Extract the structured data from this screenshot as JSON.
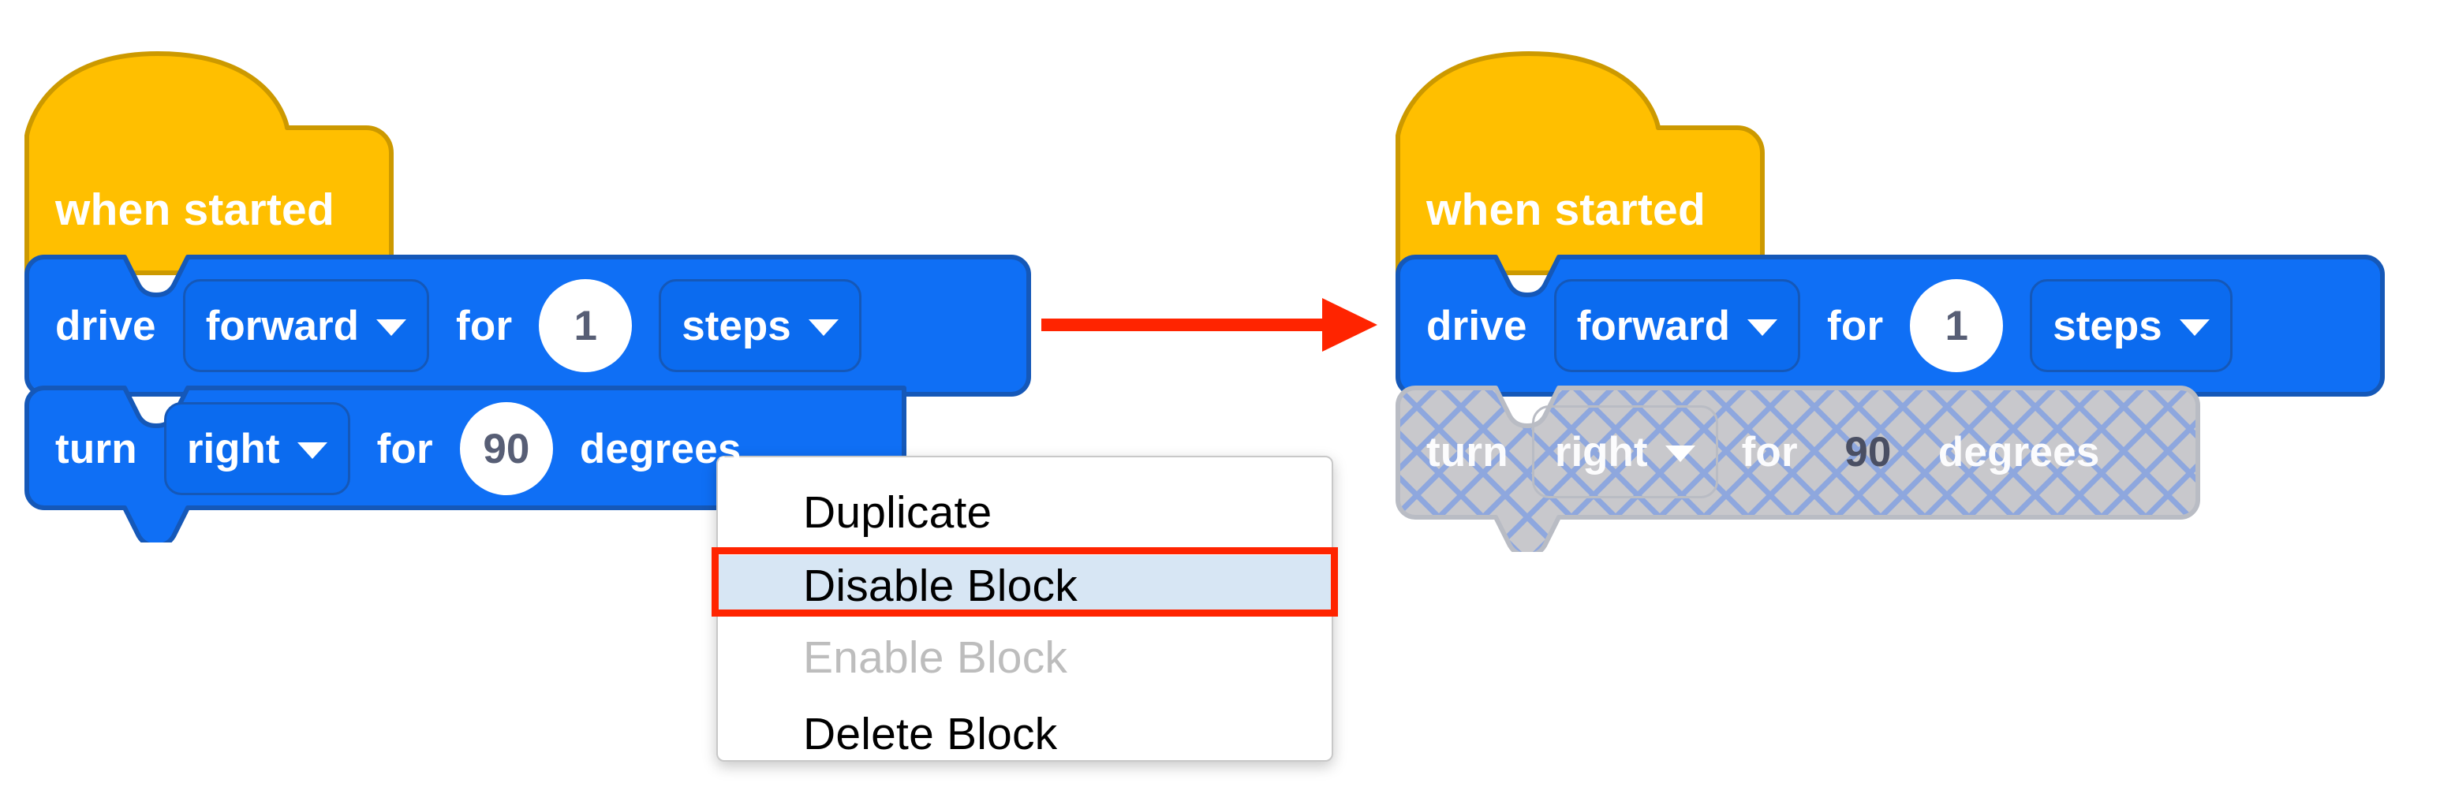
{
  "scene": {
    "description": "Scratch-style block editor: disabling a block via context menu",
    "background": "#ffffff"
  },
  "colors": {
    "hat_fill": "#FFBF00",
    "hat_stroke": "#CC9900",
    "block_fill": "#0F6FF5",
    "block_stroke": "#1558B8",
    "field_fill": "#0B6BEF",
    "number_fill": "#FFFFFF",
    "number_text": "#575E75",
    "arrow": "#FF2400",
    "menu_bg": "#FFFFFF",
    "menu_border": "#C8C8C8",
    "menu_highlight_bg": "#D7E6F4",
    "menu_highlight_ring": "#FF2400",
    "menu_text": "#000000",
    "menu_text_disabled": "#BDBDBD",
    "disabled_block_fill": "#C8C8CC",
    "disabled_block_hatch": "#8EA7DE",
    "disabled_block_stroke": "#B9BCC4"
  },
  "before_stack": {
    "hat": {
      "label": "when started"
    },
    "drive_block": {
      "verb": "drive",
      "direction": "forward",
      "connector": "for",
      "amount": "1",
      "unit": "steps",
      "direction_caret": "chevron-down-icon",
      "unit_caret": "chevron-down-icon",
      "state": "enabled"
    },
    "turn_block": {
      "verb": "turn",
      "direction": "right",
      "connector": "for",
      "amount": "90",
      "unit": "degrees",
      "direction_caret": "chevron-down-icon",
      "state": "enabled",
      "note": "partially occluded by the context menu"
    }
  },
  "context_menu": {
    "items": [
      {
        "label": "Duplicate",
        "state": "normal",
        "highlighted": false
      },
      {
        "label": "Disable Block",
        "state": "normal",
        "highlighted": true
      },
      {
        "label": "Enable Block",
        "state": "disabled",
        "highlighted": false
      },
      {
        "label": "Delete Block",
        "state": "normal",
        "highlighted": false
      }
    ]
  },
  "transition": {
    "icon": "right-arrow-icon",
    "color": "#FF2400"
  },
  "after_stack": {
    "hat": {
      "label": "when started"
    },
    "drive_block": {
      "verb": "drive",
      "direction": "forward",
      "connector": "for",
      "amount": "1",
      "unit": "steps",
      "direction_caret": "chevron-down-icon",
      "unit_caret": "chevron-down-icon",
      "state": "enabled"
    },
    "turn_block": {
      "verb": "turn",
      "direction": "right",
      "connector": "for",
      "amount": "90",
      "unit": "degrees",
      "direction_caret": "chevron-down-icon",
      "state": "disabled"
    }
  }
}
